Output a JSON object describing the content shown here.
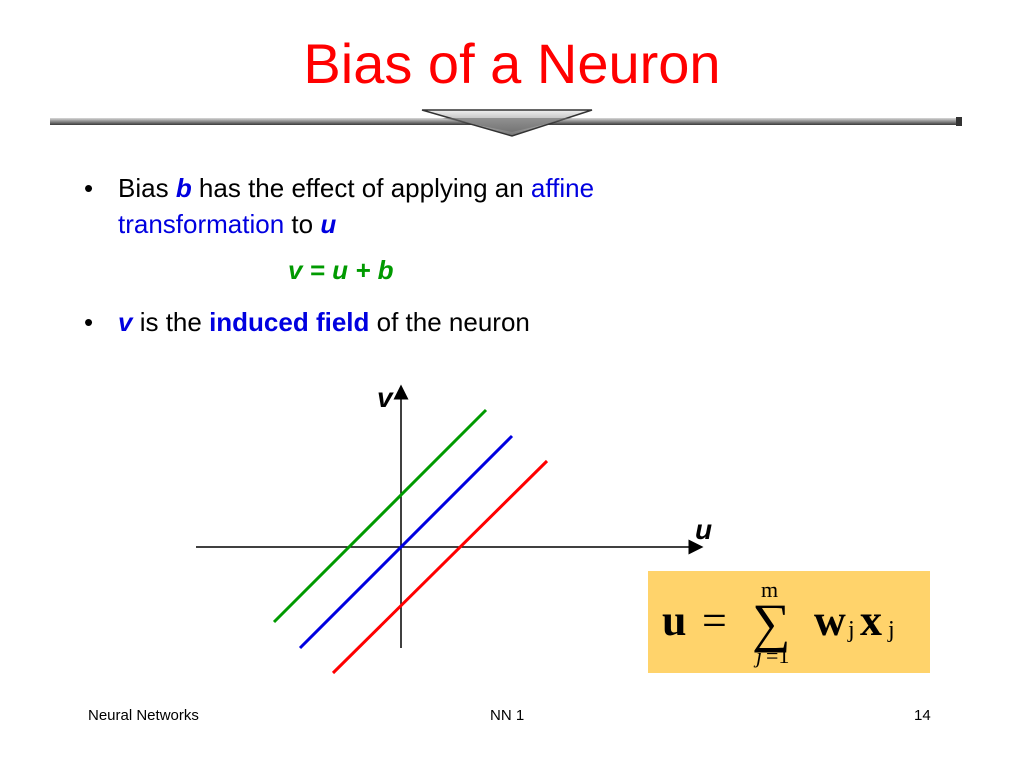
{
  "slide": {
    "title": "Bias of a Neuron",
    "bullets": [
      {
        "pre": "Bias ",
        "b_var": "b",
        "mid": " has the effect of applying an ",
        "link1": "affine",
        "link2": "transformation",
        "post": " to ",
        "u_var": "u"
      },
      {
        "v_var": "v",
        "pre": " is the ",
        "emph": "induced field",
        "post": " of the neuron"
      }
    ],
    "formula": "v = u + b",
    "bullet_glyph": "•"
  },
  "graph": {
    "v_label": "v",
    "u_label": "u",
    "lines": [
      {
        "name": "line-positive-bias",
        "color": "#009a00"
      },
      {
        "name": "line-zero-bias",
        "color": "#0000e0"
      },
      {
        "name": "line-negative-bias",
        "color": "#ff0000"
      }
    ]
  },
  "equation": {
    "lhs": "u",
    "equals": "=",
    "sum_upper": "m",
    "sum_lower_var": "j",
    "sum_lower_rest": "=1",
    "sigma": "∑",
    "term_w": "w",
    "sub_j1": "j",
    "term_x": "x",
    "sub_j2": "j"
  },
  "footer": {
    "left": "Neural Networks",
    "center": "NN 1",
    "right": "14"
  },
  "colors": {
    "title": "#ff0000",
    "accent_blue": "#0000e0",
    "accent_green": "#009a00",
    "formula_box": "#ffd36b"
  }
}
